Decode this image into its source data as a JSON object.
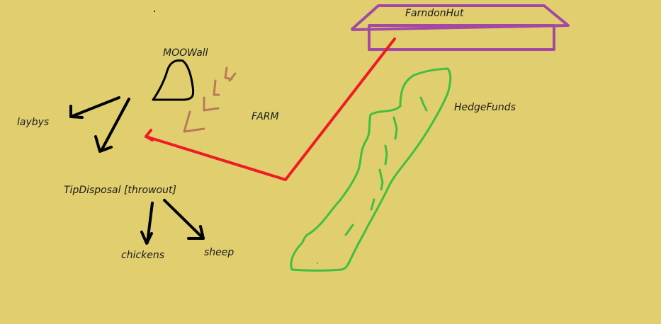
{
  "colors": {
    "background": "#e1cf6f",
    "black_ink": "#000000",
    "red_ink": "#ee1c24",
    "green_ink": "#3fbf40",
    "purple_ink": "#a349a4",
    "brown_ink": "#b97a57"
  },
  "labels": {
    "moowall": "MOOWall",
    "farm": "FARM",
    "laybys": "laybys",
    "hedgefunds": "HedgeFunds",
    "farndonhut": "FarndonHut",
    "tipdisposal": "TipDisposal [throwout]",
    "chickens": "chickens",
    "sheep": "sheep"
  }
}
